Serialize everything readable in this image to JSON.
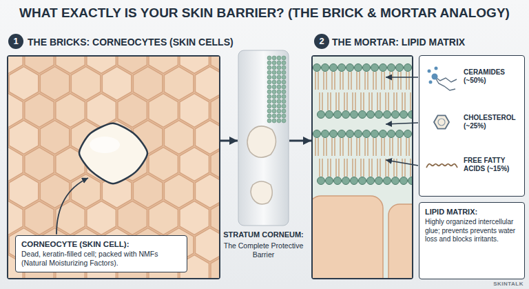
{
  "diagram": {
    "title": "WHAT EXACTLY IS YOUR SKIN BARRIER? (THE BRICK & MORTAR ANALOGY)",
    "nodes": [
      {
        "text": [
          "THE BRICKS: CORNEOCYTES (SKIN CELLS)"
        ]
      },
      {
        "text": [
          "CORNEOCYTE (SKIN CELL):",
          "Dead, keratin-filled cell; packed with NMFs (Natural Moisturizing Factors)."
        ],
        "in": 0
      },
      {
        "text": [
          "STRATUM CORNEUM:",
          "The Complete Protective Barrier"
        ]
      },
      {
        "text": [
          "THE MORTAR: LIPID MATRIX"
        ]
      },
      {
        "text": [
          "CERAMIDES (~50%)",
          "CHOLESTEROL (~25%)",
          "FREE FATTY ACIDS (~15%)"
        ]
      },
      {
        "text": [
          "LIPID MATRIX:",
          "Highly organized intercellular glue; prevents prevents water loss and blocks irritants."
        ]
      }
    ],
    "edges": [
      {
        "from": 0,
        "to": 2,
        "arrow": "to"
      },
      {
        "from": 2,
        "to": 3,
        "arrow": "to"
      }
    ],
    "labels": [
      "1",
      "2",
      "SKINTALK"
    ]
  }
}
